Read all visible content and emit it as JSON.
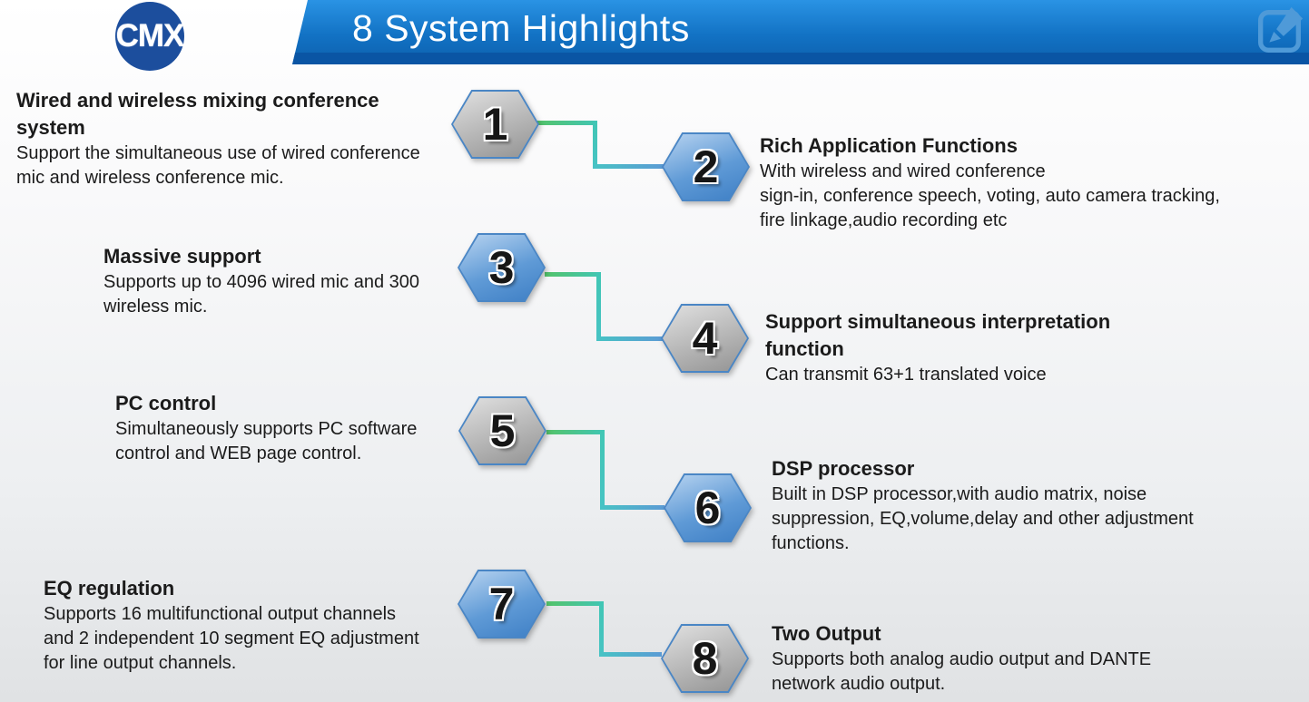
{
  "header": {
    "title": "8 System Highlights",
    "logo_text": "CMX"
  },
  "features": [
    {
      "num": "1",
      "hex_style": "gray",
      "side": "left",
      "title": "Wired and wireless mixing conference\nsystem",
      "body": "Support the simultaneous use of wired conference\nmic and wireless conference mic."
    },
    {
      "num": "2",
      "hex_style": "blue",
      "side": "right",
      "title": "Rich Application Functions",
      "body": "With wireless and wired conference\nsign-in, conference speech, voting, auto camera tracking,\nfire linkage,audio recording etc"
    },
    {
      "num": "3",
      "hex_style": "blue",
      "side": "left",
      "title": "Massive support",
      "body": "Supports up to 4096 wired mic and 300\nwireless mic."
    },
    {
      "num": "4",
      "hex_style": "gray",
      "side": "right",
      "title": "Support simultaneous interpretation\nfunction",
      "body": "Can transmit 63+1 translated voice"
    },
    {
      "num": "5",
      "hex_style": "gray",
      "side": "left",
      "title": "PC control",
      "body": "Simultaneously supports PC software\ncontrol and WEB page control."
    },
    {
      "num": "6",
      "hex_style": "blue",
      "side": "right",
      "title": "DSP processor",
      "body": "Built in DSP processor,with audio matrix, noise\nsuppression, EQ,volume,delay and other adjustment\nfunctions."
    },
    {
      "num": "7",
      "hex_style": "blue",
      "side": "left",
      "title": "EQ regulation",
      "body": "Supports 16 multifunctional output channels\nand 2 independent 10 segment EQ adjustment\nfor line output channels."
    },
    {
      "num": "8",
      "hex_style": "gray",
      "side": "right",
      "title": "Two Output",
      "body": "Supports both analog audio output and DANTE\nnetwork audio output."
    }
  ],
  "icons": {
    "edit_icon": "edit-pencil-icon"
  },
  "colors": {
    "header_gradient_top": "#2a93e4",
    "header_gradient_bottom": "#0d60ad",
    "header_strip": "#0a55a4",
    "logo_circle": "#1c4e9d",
    "hex_border": "#4a86c5",
    "hex_blue_top": "#b7d3f0",
    "hex_blue_bottom": "#3e7fc5",
    "hex_gray_top": "#e0e0e0",
    "hex_gray_bottom": "#939393",
    "connector_green": "#54c36a",
    "connector_teal": "#41c6b4",
    "connector_blue": "#5b9bd5",
    "edit_icon_blue": "#4f9ad8"
  }
}
